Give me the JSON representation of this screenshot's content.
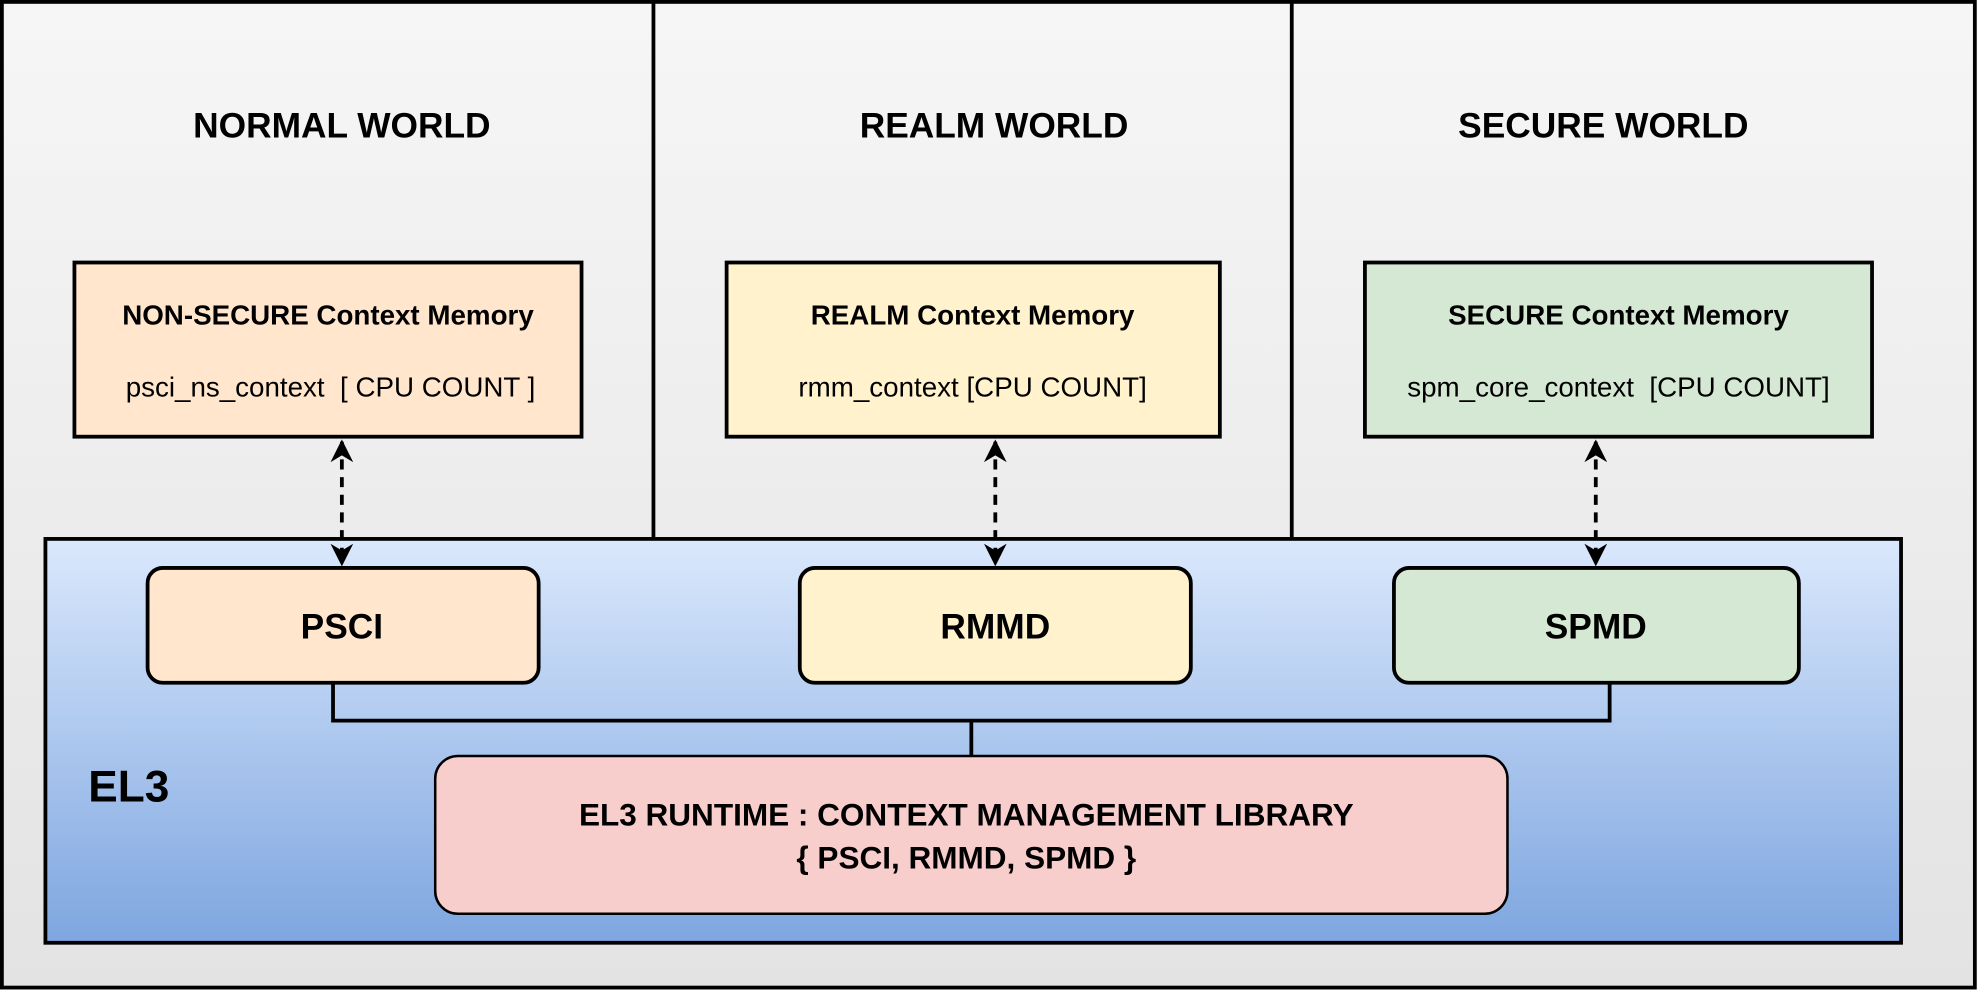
{
  "worlds": [
    {
      "title": "NORMAL WORLD",
      "context_title": "NON-SECURE Context Memory",
      "context_var": "psci_ns_context  [ CPU COUNT ]",
      "color": "#ffe6cc"
    },
    {
      "title": "REALM WORLD",
      "context_title": "REALM Context Memory",
      "context_var": "rmm_context [CPU COUNT]",
      "color": "#fff2cc"
    },
    {
      "title": "SECURE WORLD",
      "context_title": "SECURE Context Memory",
      "context_var": "spm_core_context  [CPU COUNT]",
      "color": "#d5e8d4"
    }
  ],
  "el3": {
    "label": "EL3",
    "dispatchers": [
      "PSCI",
      "RMMD",
      "SPMD"
    ],
    "runtime_line1": "EL3 RUNTIME : CONTEXT MANAGEMENT LIBRARY",
    "runtime_line2": "{ PSCI, RMMD, SPMD }",
    "runtime_color": "#f8cecc",
    "gradient": [
      "#dae8fc",
      "#7ea6e0"
    ]
  }
}
